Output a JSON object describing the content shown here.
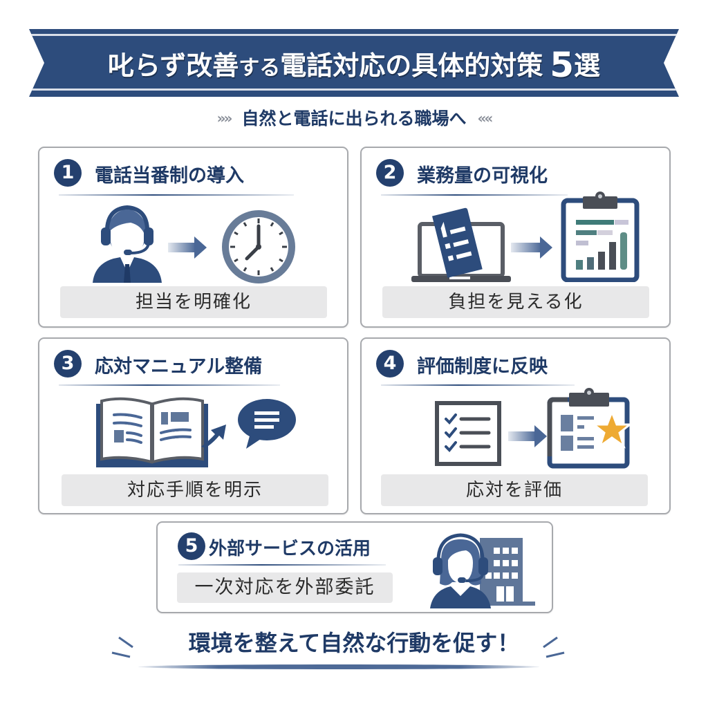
{
  "header": {
    "title_main": "叱らず改善",
    "title_small1": "する",
    "title_mid": "電話対応の具体的対策",
    "title_number": "5",
    "title_end": "選",
    "subtitle": "自然と電話に出られる職場へ",
    "chevron_left": "»»",
    "chevron_right": "««"
  },
  "cards": [
    {
      "number": "1",
      "title": "電話当番制の導入",
      "label": "担当を明確化",
      "icons": [
        "headset-operator-icon",
        "arrow-right-icon",
        "clock-icon"
      ]
    },
    {
      "number": "2",
      "title": "業務量の可視化",
      "label": "負担を見える化",
      "icons": [
        "laptop-document-icon",
        "arrow-right-icon",
        "clipboard-chart-icon"
      ]
    },
    {
      "number": "3",
      "title": "応対マニュアル整備",
      "label": "対応手順を明示",
      "icons": [
        "open-book-icon",
        "arrow-curved-icon",
        "speech-bubble-icon"
      ]
    },
    {
      "number": "4",
      "title": "評価制度に反映",
      "label": "応対を評価",
      "icons": [
        "checklist-icon",
        "arrow-right-icon",
        "clipboard-star-icon"
      ]
    },
    {
      "number": "5",
      "title": "外部サービスの活用",
      "label": "一次対応を外部委託",
      "icons": [
        "female-operator-icon",
        "office-building-icon"
      ]
    }
  ],
  "footer": {
    "message": "環境を整えて自然な行動を促す！"
  },
  "colors": {
    "navy": "#2d4c7c",
    "dark_navy": "#1f3a66",
    "gray": "#5f6f86",
    "label_bg": "#e8e8e9",
    "star": "#eeaa33",
    "teal": "#3f7b78"
  }
}
